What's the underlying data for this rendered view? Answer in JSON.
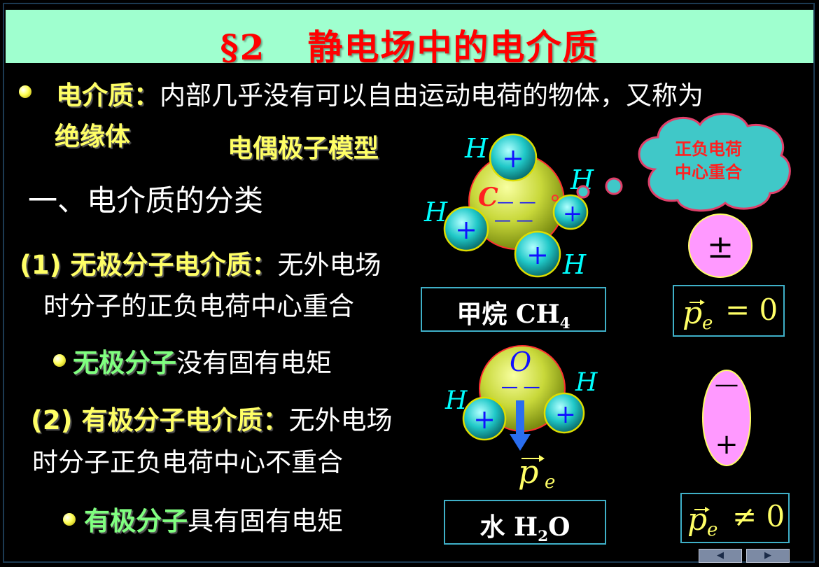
{
  "title": {
    "section": "§2",
    "text": "静电场中的电介质"
  },
  "definition": {
    "term": "电介质：",
    "text": "内部几乎没有可以自由运动电荷的物体，又称为",
    "term2": "绝缘体"
  },
  "model_title": "电偶极子模型",
  "heading": "一、电介质的分类",
  "nonpolar": {
    "label": "(1) 无极分子电介质：",
    "text_a": "无外电场",
    "text_b": "时分子的正负电荷中心重合",
    "bullet_green": "无极分子",
    "bullet_rest": "没有固有电矩"
  },
  "polar": {
    "label": "(2) 有极分子电介质：",
    "text_a": "无外电场",
    "text_b": "时分子正负电荷中心不重合",
    "bullet_green": "有极分子",
    "bullet_rest": "具有固有电矩"
  },
  "methane": {
    "box_cn": "甲烷 ",
    "formula_a": "CH",
    "formula_sub": "4",
    "center_atom": "C",
    "h_label": "H",
    "charge_plus": "+",
    "charge_minus": "— —"
  },
  "water": {
    "box_cn": "水 ",
    "formula_a": "H",
    "formula_sub": "2",
    "formula_b": "O",
    "center_atom": "O",
    "h_label": "H",
    "charge_plus": "+",
    "charge_minus": "— —",
    "moment_label": "p",
    "moment_sub": "e"
  },
  "cloud": {
    "line1": "正负电荷",
    "line2": "中心重合"
  },
  "pm_symbol": "±",
  "dipole": {
    "minus": "—",
    "plus": "+"
  },
  "formula_zero": {
    "p": "p",
    "sub": "e",
    "rel": "= 0"
  },
  "formula_nonzero": {
    "p": "p",
    "sub": "e",
    "rel": "≠ 0"
  },
  "nav": {
    "prev": "◀",
    "next": "▶"
  },
  "colors": {
    "title_bg": "#9fffcf",
    "title_text": "#ff0000",
    "term": "#ffff66",
    "highlight": "#80ff80",
    "hydrogen": "#00ffff",
    "cloud": "#40c8c8",
    "dipole": "#ff99ff"
  }
}
